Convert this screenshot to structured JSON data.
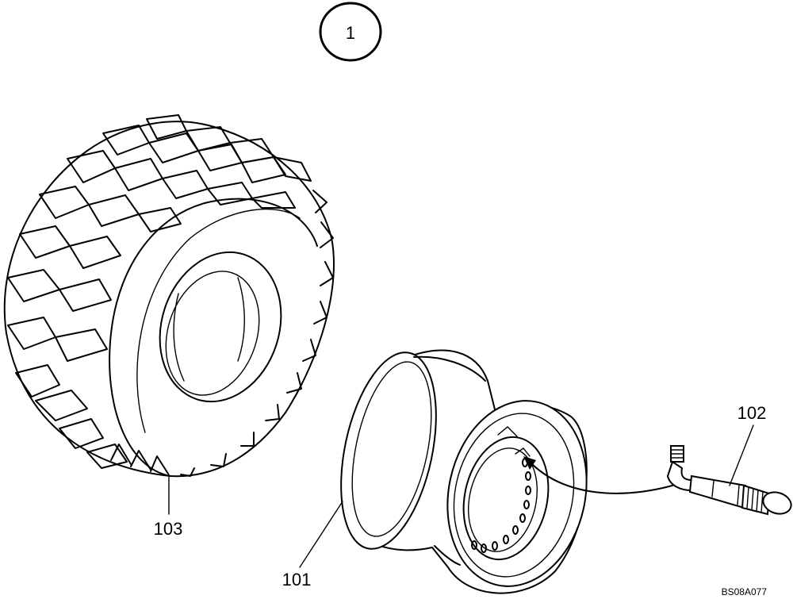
{
  "sheet": {
    "index_number": "1",
    "drawing_code": "BS08A077"
  },
  "callouts": {
    "rim": "101",
    "valve": "102",
    "tire": "103"
  }
}
